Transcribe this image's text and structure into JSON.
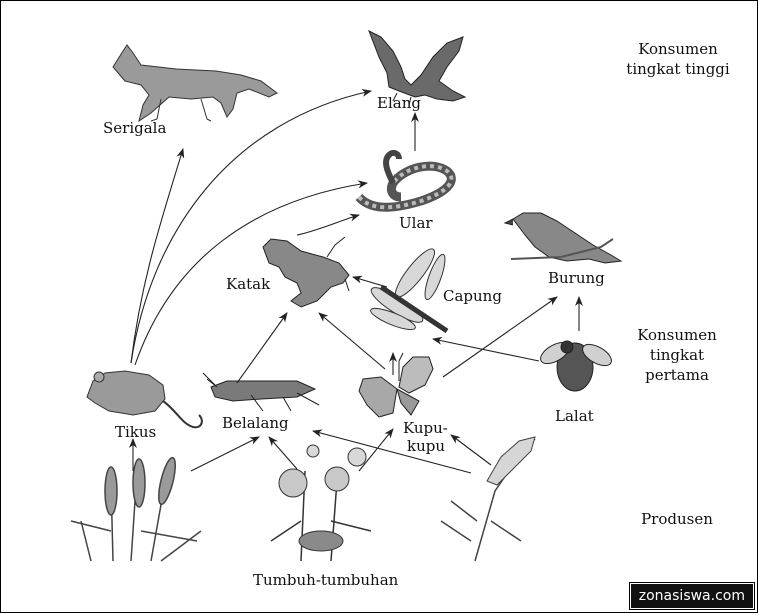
{
  "organisms": {
    "serigala": "Serigala",
    "elang": "Elang",
    "ular": "Ular",
    "katak": "Katak",
    "capung": "Capung",
    "burung": "Burung",
    "tikus": "Tikus",
    "belalang": "Belalang",
    "kupu": "Kupu-",
    "kupu2": "kupu",
    "lalat": "Lalat",
    "tumbuhan": "Tumbuh-tumbuhan"
  },
  "levels": {
    "top_line1": "Konsumen",
    "top_line2": "tingkat tinggi",
    "first_line1": "Konsumen",
    "first_line2": "tingkat",
    "first_line3": "pertama",
    "producer": "Produsen"
  },
  "watermark": "zonasiswa.com",
  "colors": {
    "ink": "#222222",
    "shade": "#7a7a7a",
    "light": "#cfcfcf"
  }
}
